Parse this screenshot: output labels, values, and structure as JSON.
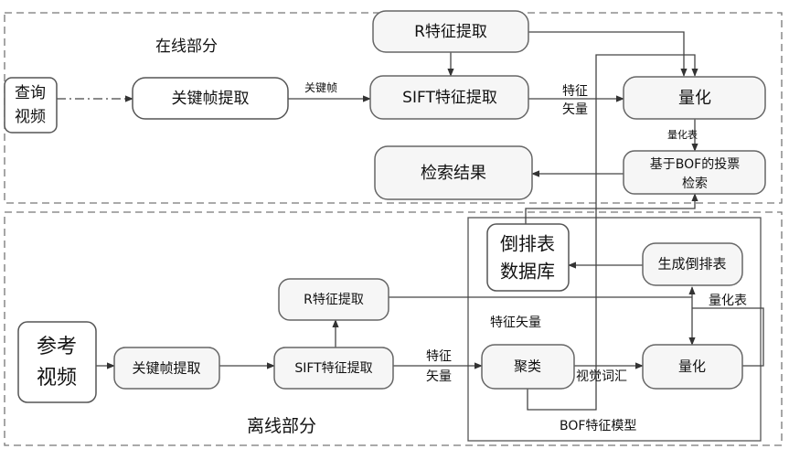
{
  "online": {
    "section_label": "在线部分",
    "query_video": [
      "查询",
      "视频"
    ],
    "keyframe_extract": "关键帧提取",
    "keyframe_label": "关键帧",
    "r_feature": "R特征提取",
    "sift_feature": "SIFT特征提取",
    "feature_vector_label": [
      "特征",
      "矢量"
    ],
    "quantize": "量化",
    "quant_table_label": "量化表",
    "bof_vote": [
      "基于BOF的投票",
      "检索"
    ],
    "result": "检索结果"
  },
  "offline": {
    "section_label": "离线部分",
    "reference_video": [
      "参考",
      "视频"
    ],
    "keyframe_extract": "关键帧提取",
    "r_feature": "R特征提取",
    "sift_feature": "SIFT特征提取",
    "feature_vector_label": [
      "特征",
      "矢量"
    ],
    "bof_model": {
      "title": "BOF特征模型",
      "inverted_db": [
        "倒排表",
        "数据库"
      ],
      "gen_inverted": "生成倒排表",
      "quant_table_label": "量化表",
      "feature_vector_label": "特征矢量",
      "cluster": "聚类",
      "visual_words_label": "视觉词汇",
      "quantize": "量化"
    }
  }
}
